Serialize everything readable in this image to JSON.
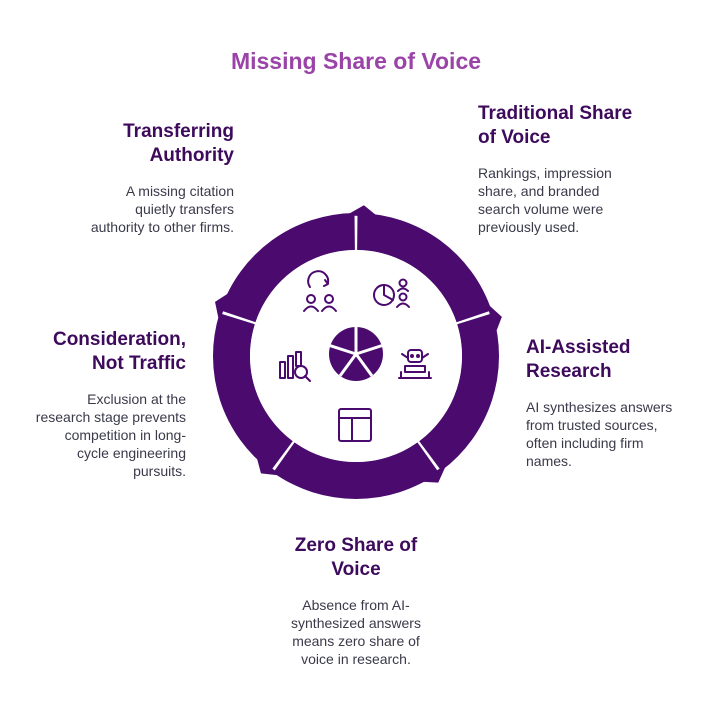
{
  "title": "Missing Share of Voice",
  "colors": {
    "title": "#9a44a8",
    "ring": "#4a0a6e",
    "heading": "#3d0a5c",
    "body": "#3a3a4a"
  },
  "segments": [
    {
      "heading": "Traditional Share of Voice",
      "h1": "Traditional Share",
      "h2": "of Voice",
      "body": [
        "Rankings, impression",
        "share, and branded",
        "search volume were",
        "previously used."
      ],
      "icon": "presentation-people-icon"
    },
    {
      "heading": "AI-Assisted Research",
      "h1": "AI-Assisted",
      "h2": "Research",
      "body": [
        "AI synthesizes answers",
        "from trusted sources,",
        "often including firm",
        "names."
      ],
      "icon": "robot-assistant-icon"
    },
    {
      "heading": "Zero Share of Voice",
      "h1": "Zero Share of",
      "h2": "Voice",
      "body": [
        "Absence from AI-",
        "synthesized answers",
        "means zero share of",
        "voice in research."
      ],
      "icon": "layout-window-icon"
    },
    {
      "heading": "Consideration, Not Traffic",
      "h1": "Consideration,",
      "h2": "Not Traffic",
      "body": [
        "Exclusion at the",
        "research stage prevents",
        "competition in long-",
        "cycle engineering",
        "pursuits."
      ],
      "icon": "search-chart-icon"
    },
    {
      "heading": "Transferring Authority",
      "h1": "Transferring",
      "h2": "Authority",
      "body": [
        "A missing citation",
        "quietly transfers",
        "authority to other firms."
      ],
      "icon": "people-transfer-icon"
    }
  ],
  "center_icon": "pie-chart-icon"
}
